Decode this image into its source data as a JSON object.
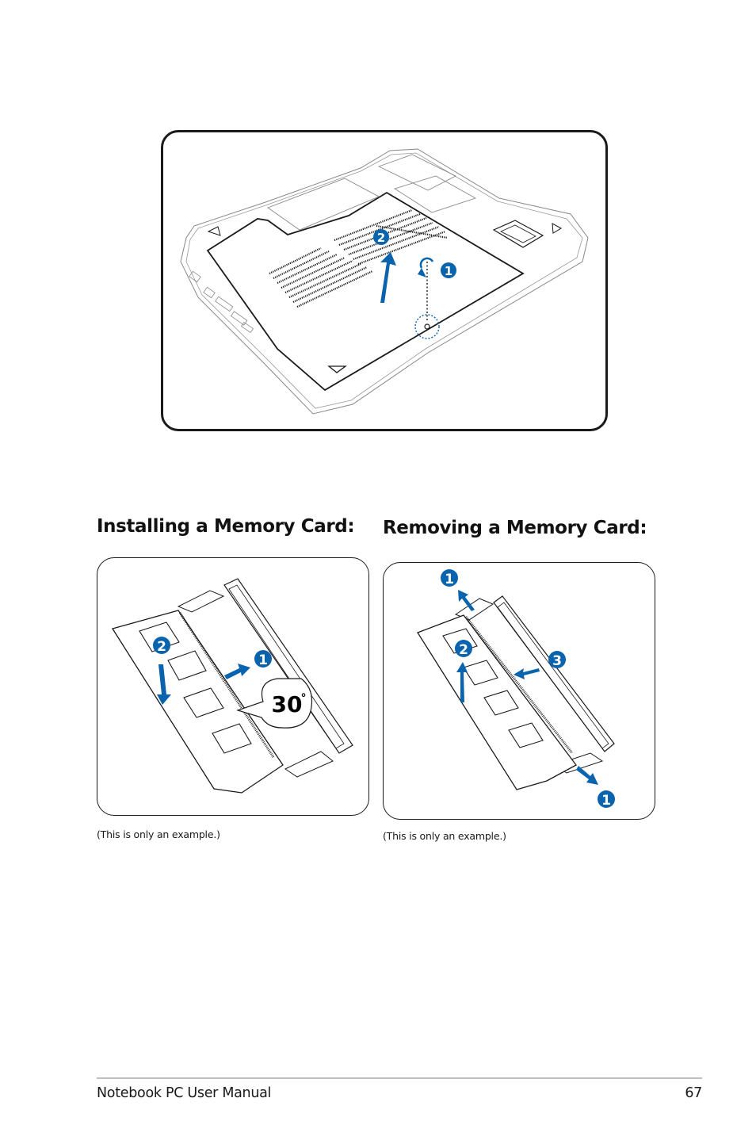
{
  "figures": {
    "top": {
      "callouts": [
        "2",
        "1"
      ],
      "icon": "laptop-bottom-panel-removal-illustration"
    },
    "install": {
      "heading": "Installing a Memory Card:",
      "callouts": [
        "2",
        "1"
      ],
      "angle_label": "30",
      "degree_symbol": "°",
      "caption": "(This is only an example.)",
      "icon": "memory-card-install-illustration"
    },
    "remove": {
      "heading": "Removing a Memory Card:",
      "callouts": [
        "1",
        "2",
        "3",
        "1"
      ],
      "caption": "(This is only an example.)",
      "icon": "memory-card-remove-illustration"
    }
  },
  "colors": {
    "accent_blue": "#0a63ad",
    "line": "#1a1a1a"
  },
  "footer": {
    "title": "Notebook PC User Manual",
    "page_number": "67"
  }
}
